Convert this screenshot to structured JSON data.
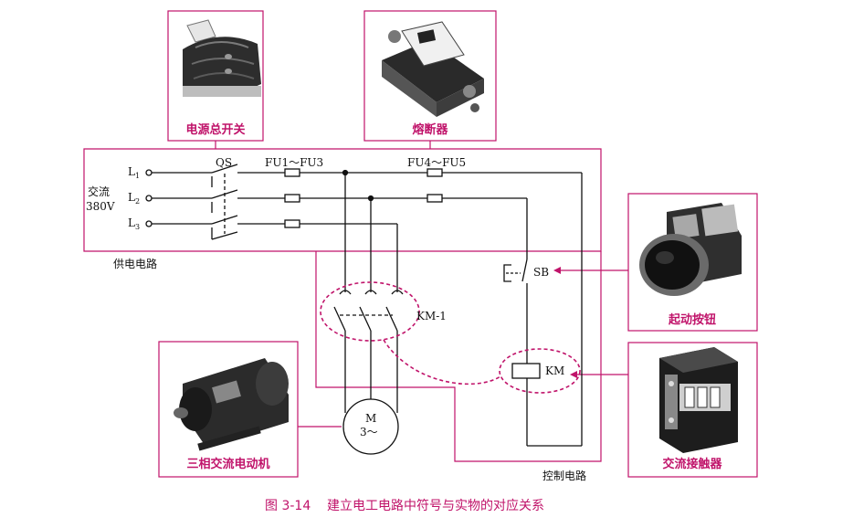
{
  "components": {
    "main_switch": "电源总开关",
    "fuse": "熔断器",
    "start_button": "起动按钮",
    "contactor": "交流接触器",
    "motor": "三相交流电动机"
  },
  "labels": {
    "ac": "交流",
    "voltage": "380V",
    "l1": "L",
    "l1_sub": "1",
    "l2": "L",
    "l2_sub": "2",
    "l3": "L",
    "l3_sub": "3",
    "qs": "QS",
    "fu1_fu3": "FU1～FU3",
    "fu4_fu5": "FU4～FU5",
    "sb": "SB",
    "km1": "KM-1",
    "km": "KM",
    "motor_m": "M",
    "motor_phase": "3～",
    "supply_circuit": "供电电路",
    "control_circuit": "控制电路"
  },
  "caption": "图 3-14    建立电工电路中符号与实物的对应关系",
  "colors": {
    "accent": "#c0136a",
    "wire": "#111111"
  }
}
